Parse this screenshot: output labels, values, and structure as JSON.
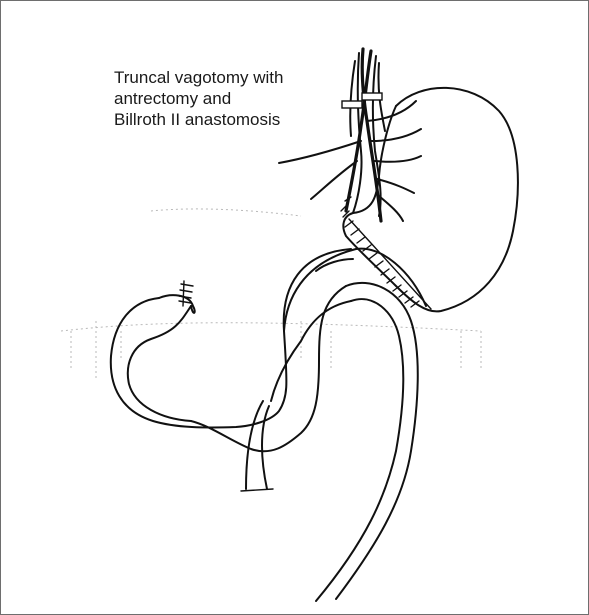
{
  "caption": {
    "lines": [
      "Truncal vagotomy with",
      "antrectomy and",
      "Billroth II anastomosis"
    ]
  },
  "icons": {
    "stomach": "stomach-remnant-icon",
    "vagus": "vagus-nerve-icon",
    "loop": "jejunal-loop-icon"
  },
  "colors": {
    "line": "#111111",
    "frame": "#6e6e6e",
    "background": "#ffffff"
  }
}
